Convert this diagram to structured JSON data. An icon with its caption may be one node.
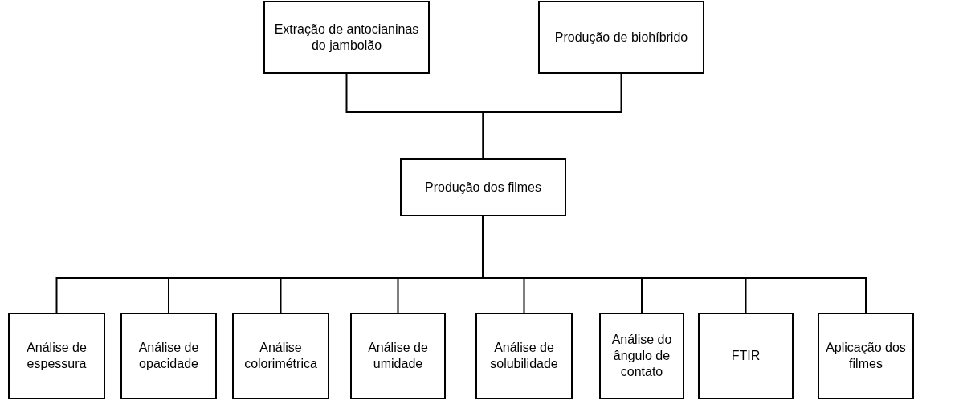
{
  "diagram": {
    "nodes": [
      {
        "text": [
          "Extração de antocianinas do jambolão"
        ]
      },
      {
        "text": [
          "Produção de biohíbrido"
        ]
      },
      {
        "text": [
          "Produção dos filmes"
        ]
      },
      {
        "text": [
          "Análise de espessura"
        ]
      },
      {
        "text": [
          "Análise de opacidade"
        ]
      },
      {
        "text": [
          "Análise colorimétrica"
        ]
      },
      {
        "text": [
          "Análise de umidade"
        ]
      },
      {
        "text": [
          "Análise de solubilidade"
        ]
      },
      {
        "text": [
          "Análise do ângulo de contato"
        ]
      },
      {
        "text": [
          "FTIR"
        ]
      },
      {
        "text": [
          "Aplicação dos filmes"
        ]
      }
    ],
    "edges": [
      {
        "from": 0,
        "to": 2,
        "arrow": "none"
      },
      {
        "from": 1,
        "to": 2,
        "arrow": "none"
      },
      {
        "from": 2,
        "to": 3,
        "arrow": "none"
      },
      {
        "from": 2,
        "to": 4,
        "arrow": "none"
      },
      {
        "from": 2,
        "to": 5,
        "arrow": "none"
      },
      {
        "from": 2,
        "to": 6,
        "arrow": "none"
      },
      {
        "from": 2,
        "to": 7,
        "arrow": "none"
      },
      {
        "from": 2,
        "to": 8,
        "arrow": "none"
      },
      {
        "from": 2,
        "to": 9,
        "arrow": "none"
      },
      {
        "from": 2,
        "to": 10,
        "arrow": "none"
      }
    ]
  }
}
